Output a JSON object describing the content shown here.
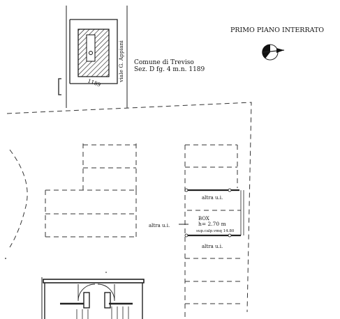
{
  "title": "PRIMO PIANO INTERRATO",
  "location": {
    "line1": "Comune di Treviso",
    "line2": "Sez. D fg. 4 m.n. 1189"
  },
  "site_plan": {
    "street_label": "viale G. Appiani",
    "parcel_label": "1189"
  },
  "units": {
    "upper_neighbor": "altra u.i.",
    "side_neighbor": "altra u.i.",
    "lower_neighbor": "altra u.i.",
    "box_name": "BOX",
    "box_height": "h= 2.70 m",
    "box_surface": "sup.calp.vmq 14.80"
  },
  "compass": {
    "mark": "N"
  }
}
